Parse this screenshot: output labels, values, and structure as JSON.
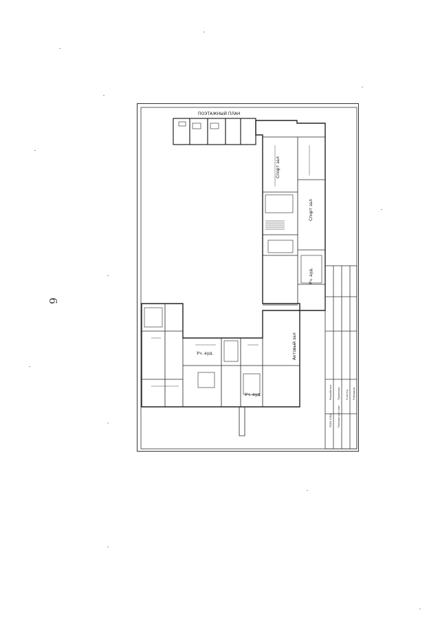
{
  "page": {
    "number": "6"
  },
  "plan": {
    "title": "ПОЭТАЖНЫЙ ПЛАН",
    "room_labels": [
      "Спорт зал",
      "Спорт зал",
      "Уч. ауд.",
      "Актовый зал",
      "Уч. ауд.",
      "Уч. ауд."
    ],
    "title_block": {
      "lines": [
        "ГБОУ СОШ",
        "Поэтажный план",
        "Разработал",
        "Проверил",
        "Н.контр.",
        "Утвердил"
      ]
    }
  }
}
